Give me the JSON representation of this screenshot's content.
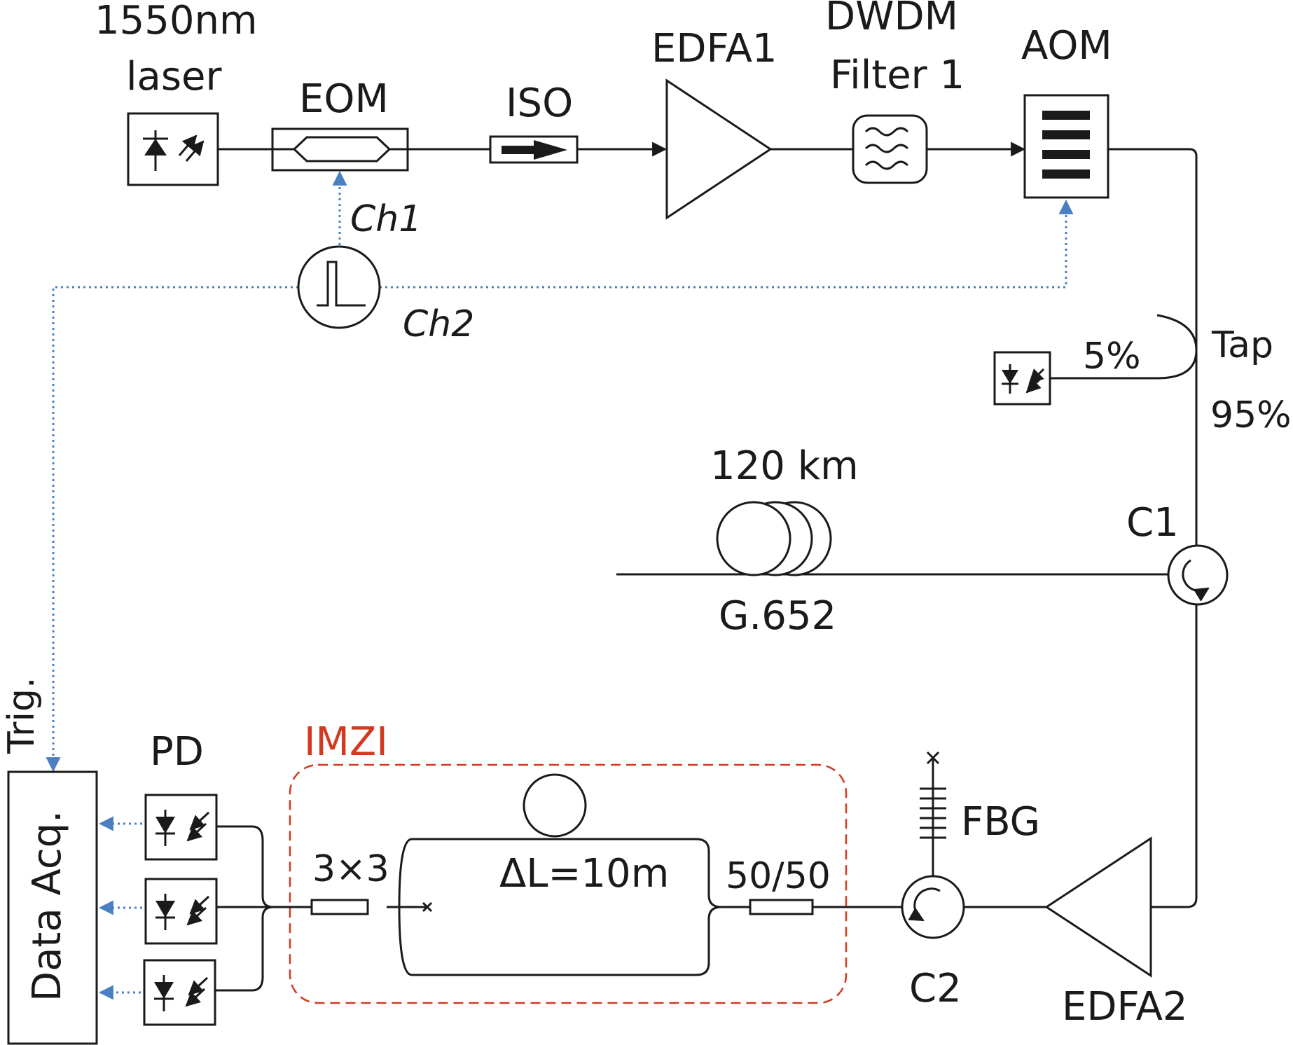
{
  "labels": {
    "laser_line1": "1550nm",
    "laser_line2": "laser",
    "eom": "EOM",
    "iso": "ISO",
    "edfa1": "EDFA1",
    "dwdm_line1": "DWDM",
    "dwdm_line2": "Filter 1",
    "aom": "AOM",
    "ch1": "Ch1",
    "ch2": "Ch2",
    "tap_pct": "5%",
    "tap": "Tap",
    "tap_thru": "95%",
    "fiber_length": "120 km",
    "fiber_type": "G.652",
    "c1": "C1",
    "trig": "Trig.",
    "data_acq": "Data Acq.",
    "pd": "PD",
    "imzi": "IMZI",
    "coupler_3x3": "3×3",
    "delta_l": "ΔL=10m",
    "coupler_5050": "50/50",
    "fbg": "FBG",
    "c2": "C2",
    "edfa2": "EDFA2"
  },
  "colors": {
    "line": "#1a1a1a",
    "signal": "#4a7fc1",
    "imzi_box": "#d13a21"
  },
  "icons": [
    "laser-diode-icon",
    "photodiode-icon",
    "pulse-generator-icon",
    "circulator-icon",
    "fiber-spool-icon",
    "amplifier-icon",
    "filter-icon",
    "isolator-icon",
    "grating-icon"
  ]
}
